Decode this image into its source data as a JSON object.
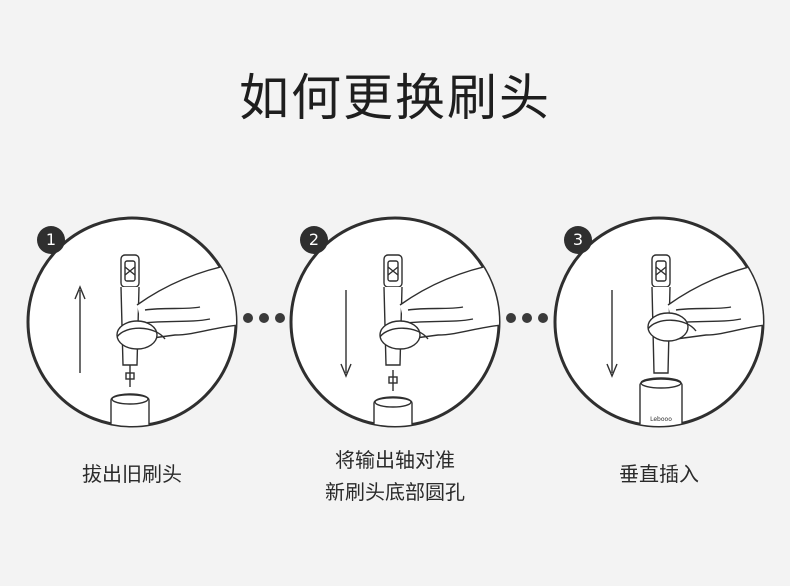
{
  "title": "如何更换刷头",
  "steps": [
    {
      "number": "1",
      "caption_lines": [
        "拔出旧刷头"
      ],
      "arrow": "up"
    },
    {
      "number": "2",
      "caption_lines": [
        "将输出轴对准",
        "新刷头底部圆孔"
      ],
      "arrow": "down"
    },
    {
      "number": "3",
      "caption_lines": [
        "垂直插入"
      ],
      "arrow": "down"
    }
  ],
  "brand_mark": "Lebooo",
  "colors": {
    "background": "#f3f3f3",
    "ink": "#2f2f2f",
    "badge": "#2f2f2f"
  }
}
